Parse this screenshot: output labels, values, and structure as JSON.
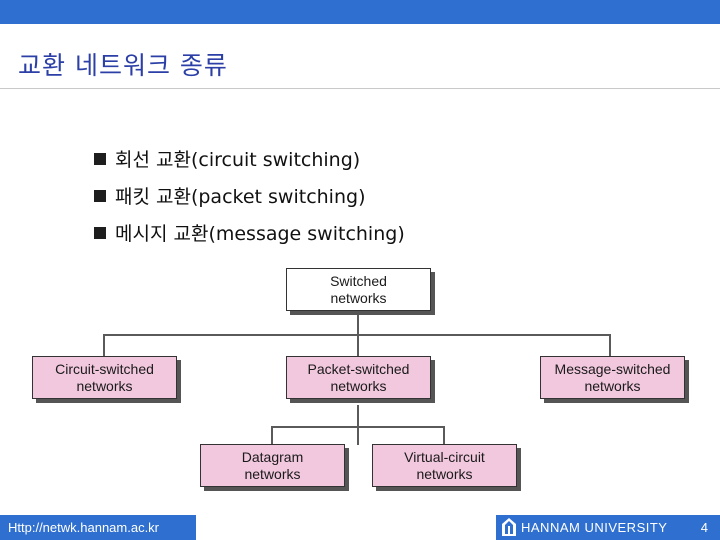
{
  "slide": {
    "title": "교환 네트워크 종류",
    "bullets": [
      "회선 교환(circuit switching)",
      "패킷 교환(packet switching)",
      "메시지 교환(message switching)"
    ]
  },
  "diagram": {
    "root": "Switched\nnetworks",
    "level1": [
      "Circuit-switched\nnetworks",
      "Packet-switched\nnetworks",
      "Message-switched\nnetworks"
    ],
    "level2": [
      "Datagram\nnetworks",
      "Virtual-circuit\nnetworks"
    ],
    "colors": {
      "root_fill": "#ffffff",
      "child_fill": "#f2c8de",
      "shadow": "#555555"
    }
  },
  "footer": {
    "url": "Http://netwk.hannam.ac.kr",
    "university": "HANNAM UNIVERSITY",
    "page": "4",
    "logo_icon": "university-emblem-icon"
  },
  "colors": {
    "accent": "#2f6fd0",
    "title": "#2b3fa6"
  }
}
